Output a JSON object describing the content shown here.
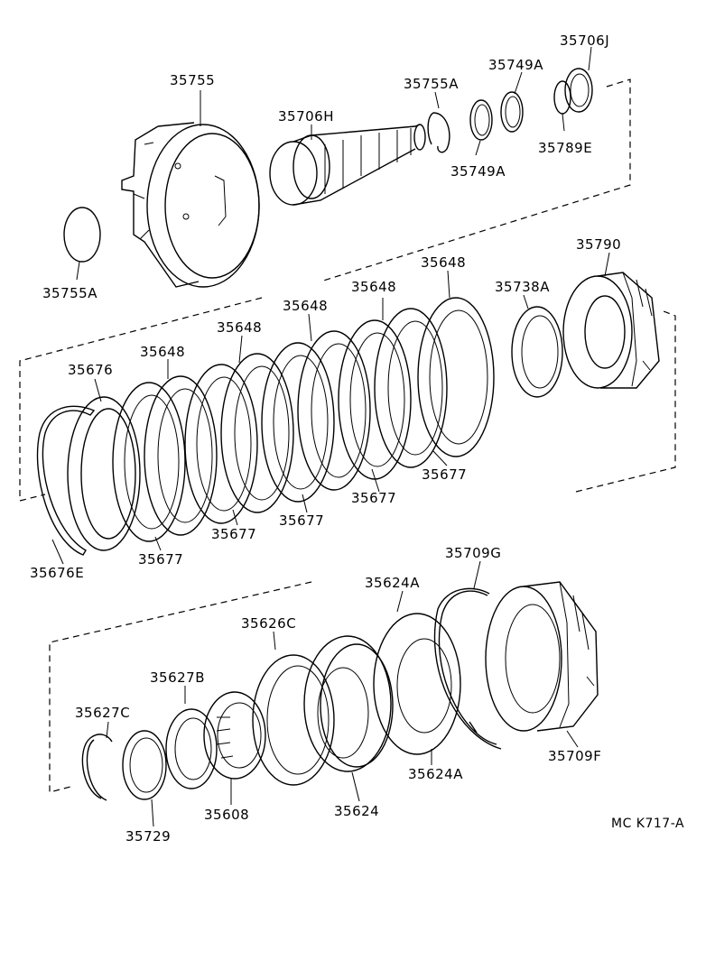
{
  "diagram": {
    "labels": {
      "p35706J": "35706J",
      "p35749A_top": "35749A",
      "p35755A_top": "35755A",
      "p35755": "35755",
      "p35706H": "35706H",
      "p35789E": "35789E",
      "p35749A_bot": "35749A",
      "p35755A_left": "35755A",
      "p35790": "35790",
      "p35648_a": "35648",
      "p35648_b": "35648",
      "p35738A": "35738A",
      "p35648_c": "35648",
      "p35648_d": "35648",
      "p35648_e": "35648",
      "p35676": "35676",
      "p35677_a": "35677",
      "p35677_b": "35677",
      "p35677_c": "35677",
      "p35677_d": "35677",
      "p35677_e": "35677",
      "p35676E": "35676E",
      "p35709G": "35709G",
      "p35624A_top": "35624A",
      "p35626C": "35626C",
      "p35627B": "35627B",
      "p35627C": "35627C",
      "p35624A_bot": "35624A",
      "p35709F": "35709F",
      "p35624": "35624",
      "p35608": "35608",
      "p35729": "35729"
    },
    "figure_code": "MC K717-A"
  }
}
